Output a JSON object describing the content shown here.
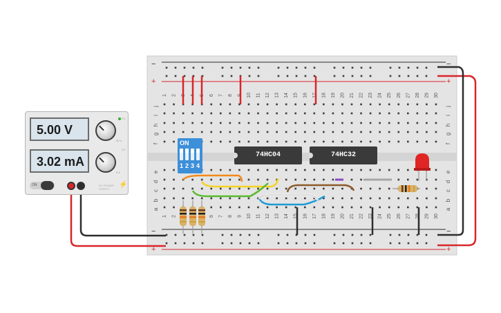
{
  "power_supply": {
    "voltage_display": "5.00 V",
    "current_display": "3.02 mA",
    "on_off_label": "ON",
    "cv_label": "CV",
    "cc_label": "CC",
    "voltage_knob_label": "30 V",
    "current_knob_label": "5 A",
    "brand_text": "DC POWER SUPPLY"
  },
  "dip_switch": {
    "on_label": "ON",
    "switch_labels": [
      "1",
      "2",
      "3",
      "4"
    ]
  },
  "chips": [
    {
      "label": "74HC04"
    },
    {
      "label": "74HC32"
    }
  ],
  "breadboard": {
    "column_numbers": [
      "1",
      "2",
      "3",
      "4",
      "5",
      "6",
      "7",
      "8",
      "9",
      "10",
      "11",
      "12",
      "13",
      "14",
      "15",
      "16",
      "17",
      "18",
      "19",
      "20",
      "21",
      "22",
      "23",
      "24",
      "25",
      "26",
      "27",
      "28",
      "29",
      "30"
    ],
    "row_letters_top": [
      "j",
      "i",
      "h",
      "g",
      "f"
    ],
    "row_letters_bottom": [
      "e",
      "d",
      "c",
      "b",
      "a"
    ],
    "rail_minus": "−",
    "rail_plus": "+"
  },
  "colors": {
    "board": "#e4e4e4",
    "red_wire": "#d9252a",
    "black_wire": "#2d2d2d",
    "dip_blue": "#3d8fd8",
    "led_red": "#e02525",
    "wire_orange": "#f28a1b",
    "wire_yellow": "#f4d322",
    "wire_green": "#5ab92f",
    "wire_blue": "#1f9ad6",
    "wire_white": "#f4f4f4",
    "wire_brown": "#8b5a2b",
    "wire_purple": "#8a47c4",
    "wire_gray": "#a6a6a6"
  }
}
